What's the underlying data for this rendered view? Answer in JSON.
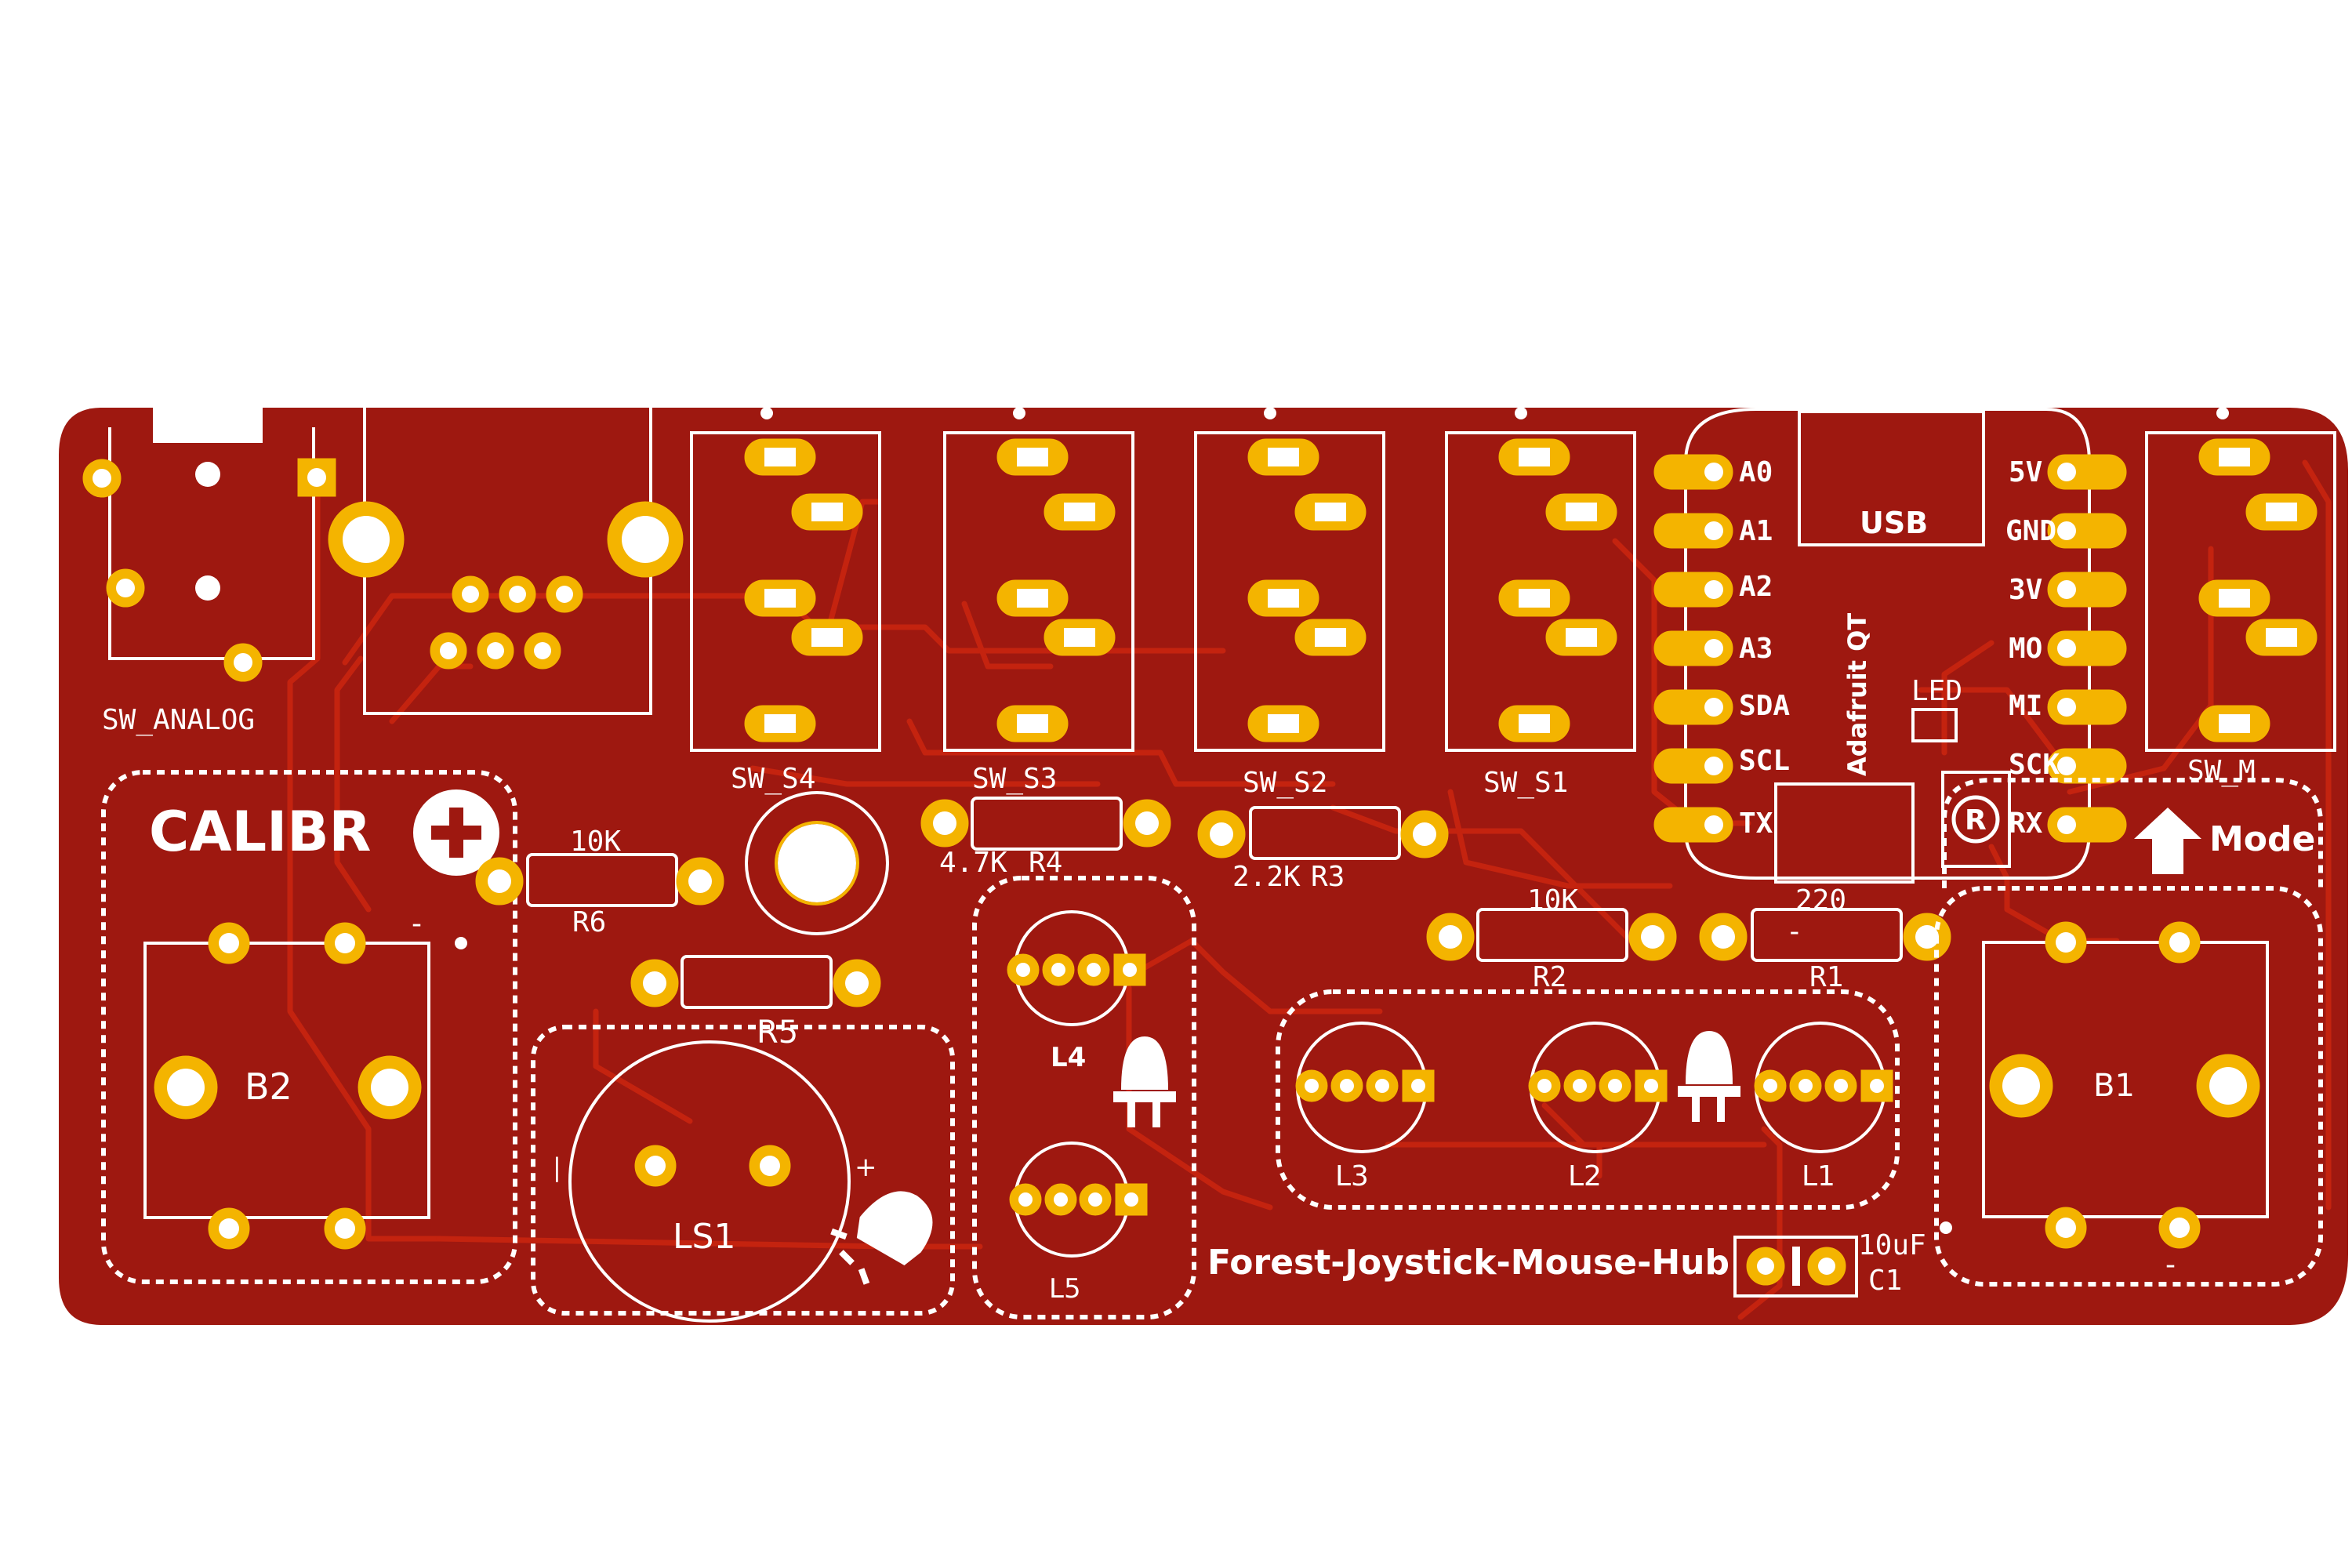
{
  "board": {
    "title": "Forest-Joystick-Mouse-Hub",
    "colors": {
      "substrate": "#9e1810",
      "copper": "#f4b400",
      "silkscreen": "#ffffff",
      "trace": "#c4230f"
    }
  },
  "labels": {
    "sw_analog": "SW_ANALOG",
    "sw_s4": "SW_S4",
    "sw_s3": "SW_S3",
    "sw_s2": "SW_S2",
    "sw_s1": "SW_S1",
    "sw_m": "SW_M",
    "calibr": "CALIBR",
    "mode": "Mode",
    "b1": "B1",
    "b2": "B2",
    "ls1": "LS1",
    "l1": "L1",
    "l2": "L2",
    "l3": "L3",
    "l4": "L4",
    "l5": "L5",
    "r1": "R1",
    "r1_value": "220",
    "r2": "R2",
    "r2_value": "10K",
    "r3": "R3",
    "r3_value": "2.2K",
    "r4": "R4",
    "r4_value": "4.7K",
    "r5": "R5",
    "r6": "R6",
    "r6_value": "10K",
    "c1": "C1",
    "c1_value": "10uF",
    "usb": "USB",
    "adafruit": "Adafruit QT",
    "led": "LED",
    "qt_left_pins": [
      "A0",
      "A1",
      "A2",
      "A3",
      "SDA",
      "SCL",
      "TX"
    ],
    "qt_right_pins": [
      "5V",
      "GND",
      "3V",
      "MO",
      "MI",
      "SCK",
      "RX"
    ],
    "minus": "-",
    "plus": "+",
    "pin_one": "|",
    "logo_r": "R"
  }
}
